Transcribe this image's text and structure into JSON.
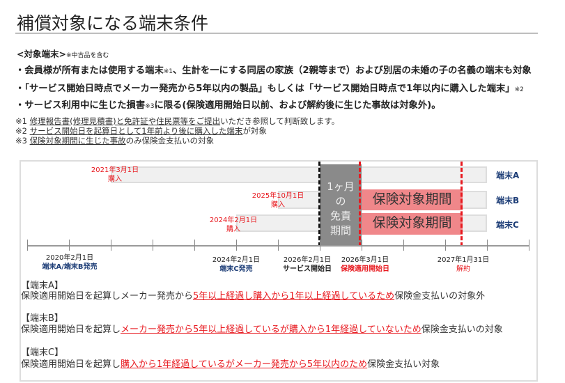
{
  "title": "補償対象になる端末条件",
  "target": {
    "heading": "<対象端末>",
    "note": "※中古品を含む"
  },
  "bullets": [
    {
      "a": "・会員様が所有または使用する端末",
      "ref": "※1",
      "b": "、生計を一にする同居の家族（2親等まで）および別居の未婚の子の名義の端末も対象"
    },
    {
      "a": "・「サービス開始日時点でメーカー発売から5年以内の製品」もしくは「サービス開始日時点で1年以内に購入した端末」",
      "ref": "※2",
      "b": ""
    },
    {
      "a": "・サービス利用中に生じた損害",
      "ref": "※3",
      "b": "に限る(保険適用開始日以前、および解約後に生じた事故は対象外)。"
    }
  ],
  "footnotes": [
    {
      "mark": "※1 ",
      "u": "修理報告書(修理見積書)と免許証や住民票等をご提出",
      "rest": "いただき参照して判断致します。"
    },
    {
      "mark": "※2 ",
      "u": "サービス開始日を起算日として1年前より後に購入した端末",
      "rest": "が対象"
    },
    {
      "mark": "※3 ",
      "u": "保険対象期間に生じた事故",
      "rest": "のみ保険金支払いの対象"
    }
  ],
  "timeline": {
    "devices": [
      {
        "name": "端末A",
        "purchase": "2021年3月1日",
        "purchase_label": "購入"
      },
      {
        "name": "端末B",
        "purchase": "2025年10月1日",
        "purchase_label": "購入",
        "period": "保険対象期間"
      },
      {
        "name": "端末C",
        "purchase": "2024年2月1日",
        "purchase_label": "購入",
        "period": "保険対象期間"
      }
    ],
    "exempt": [
      "1ヶ月",
      "の",
      "免責",
      "期間"
    ],
    "axis": [
      {
        "date": "2020年2月1日",
        "label": "端末A/端末B発売"
      },
      {
        "date": "2024年2月1日",
        "label": "端末C発売"
      },
      {
        "date": "2026年2月1日",
        "label": "サービス開始日"
      },
      {
        "date": "2026年3月1日",
        "label": "保険適用開始日"
      },
      {
        "date": "2027年1月31日",
        "label": "解約"
      }
    ]
  },
  "cases": [
    {
      "head": "【端末A】",
      "pre": "保険適用開始日を起算しメーカー発売から",
      "hl": "5年以上経過し購入から1年以上経過しているため",
      "post": "保険金支払いの対象外"
    },
    {
      "head": "【端末B】",
      "pre": "保険適用開始日を起算し",
      "hl": "メーカー発売から5年以上経過しているが購入から1年経過していないため",
      "post": "保険金支払いの対象"
    },
    {
      "head": "【端末C】",
      "pre": "保険適用開始日を起算し",
      "hl": "購入から1年経過しているがメーカー発売から5年以内のため",
      "post": "保険金支払い対象"
    }
  ],
  "colors": {
    "accent_red": "#e8191f",
    "navy": "#1f3f78",
    "pink": "#f0878a"
  }
}
